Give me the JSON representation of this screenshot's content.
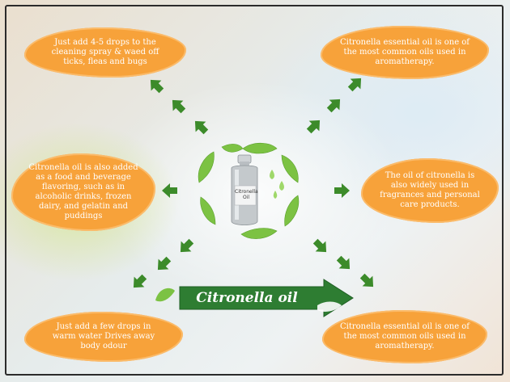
{
  "title": "Citronella oil",
  "center_label": "Citronella Oil",
  "clouds": {
    "top_left": "Just add 4-5 drops to the cleaning spray & waed off ticks, fleas and bugs",
    "top_right": "Citronella essential oil is one of the most common oils used in aromatherapy.",
    "middle_left": "Citronella oil is also added as a food and beverage flavoring, such as in alcoholic drinks, frozen dairy, and gelatin and puddings",
    "middle_right": "The oil of citronella is also widely used in fragrances and personal care products.",
    "bottom_left": "Just add a few drops in warm water Drives away body odour",
    "bottom_right": "Citronella essential oil is one of the most common oils used in aromatherapy."
  },
  "colors": {
    "cloud": "#f7a23a",
    "arrow": "#3c8b2a",
    "leaf": "#7cc243",
    "banner": "#2e7d32"
  }
}
